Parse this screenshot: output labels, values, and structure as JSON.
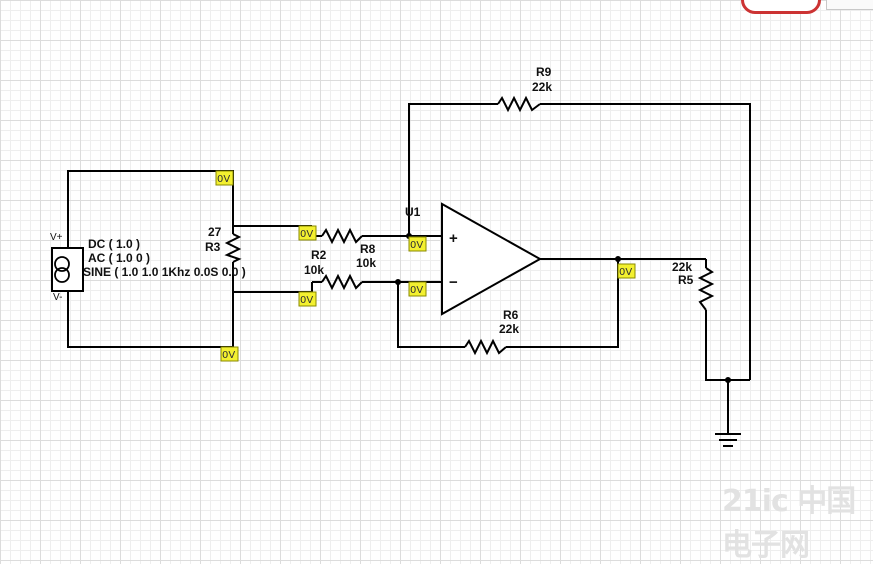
{
  "components": {
    "source": {
      "label_top": "V+",
      "label_bottom": "V-",
      "dc": "DC ( 1.0 )",
      "ac": "AC ( 1.0 0 )",
      "sine": "SINE ( 1.0 1.0 1Khz 0.0S 0.0 )"
    },
    "R3": {
      "name": "R3",
      "value": "27"
    },
    "R2": {
      "name": "R2",
      "value": "10k"
    },
    "R8": {
      "name": "R8",
      "value": "10k"
    },
    "R9": {
      "name": "R9",
      "value": "22k"
    },
    "R6": {
      "name": "R6",
      "value": "22k"
    },
    "R5": {
      "name": "R5",
      "value": "22k"
    },
    "U1": {
      "name": "U1",
      "plus": "+",
      "minus": "−"
    }
  },
  "probes": [
    "0V",
    "0V",
    "0V",
    "0V",
    "0V",
    "0V",
    "0V"
  ],
  "watermark": "21ic 中国电子网"
}
